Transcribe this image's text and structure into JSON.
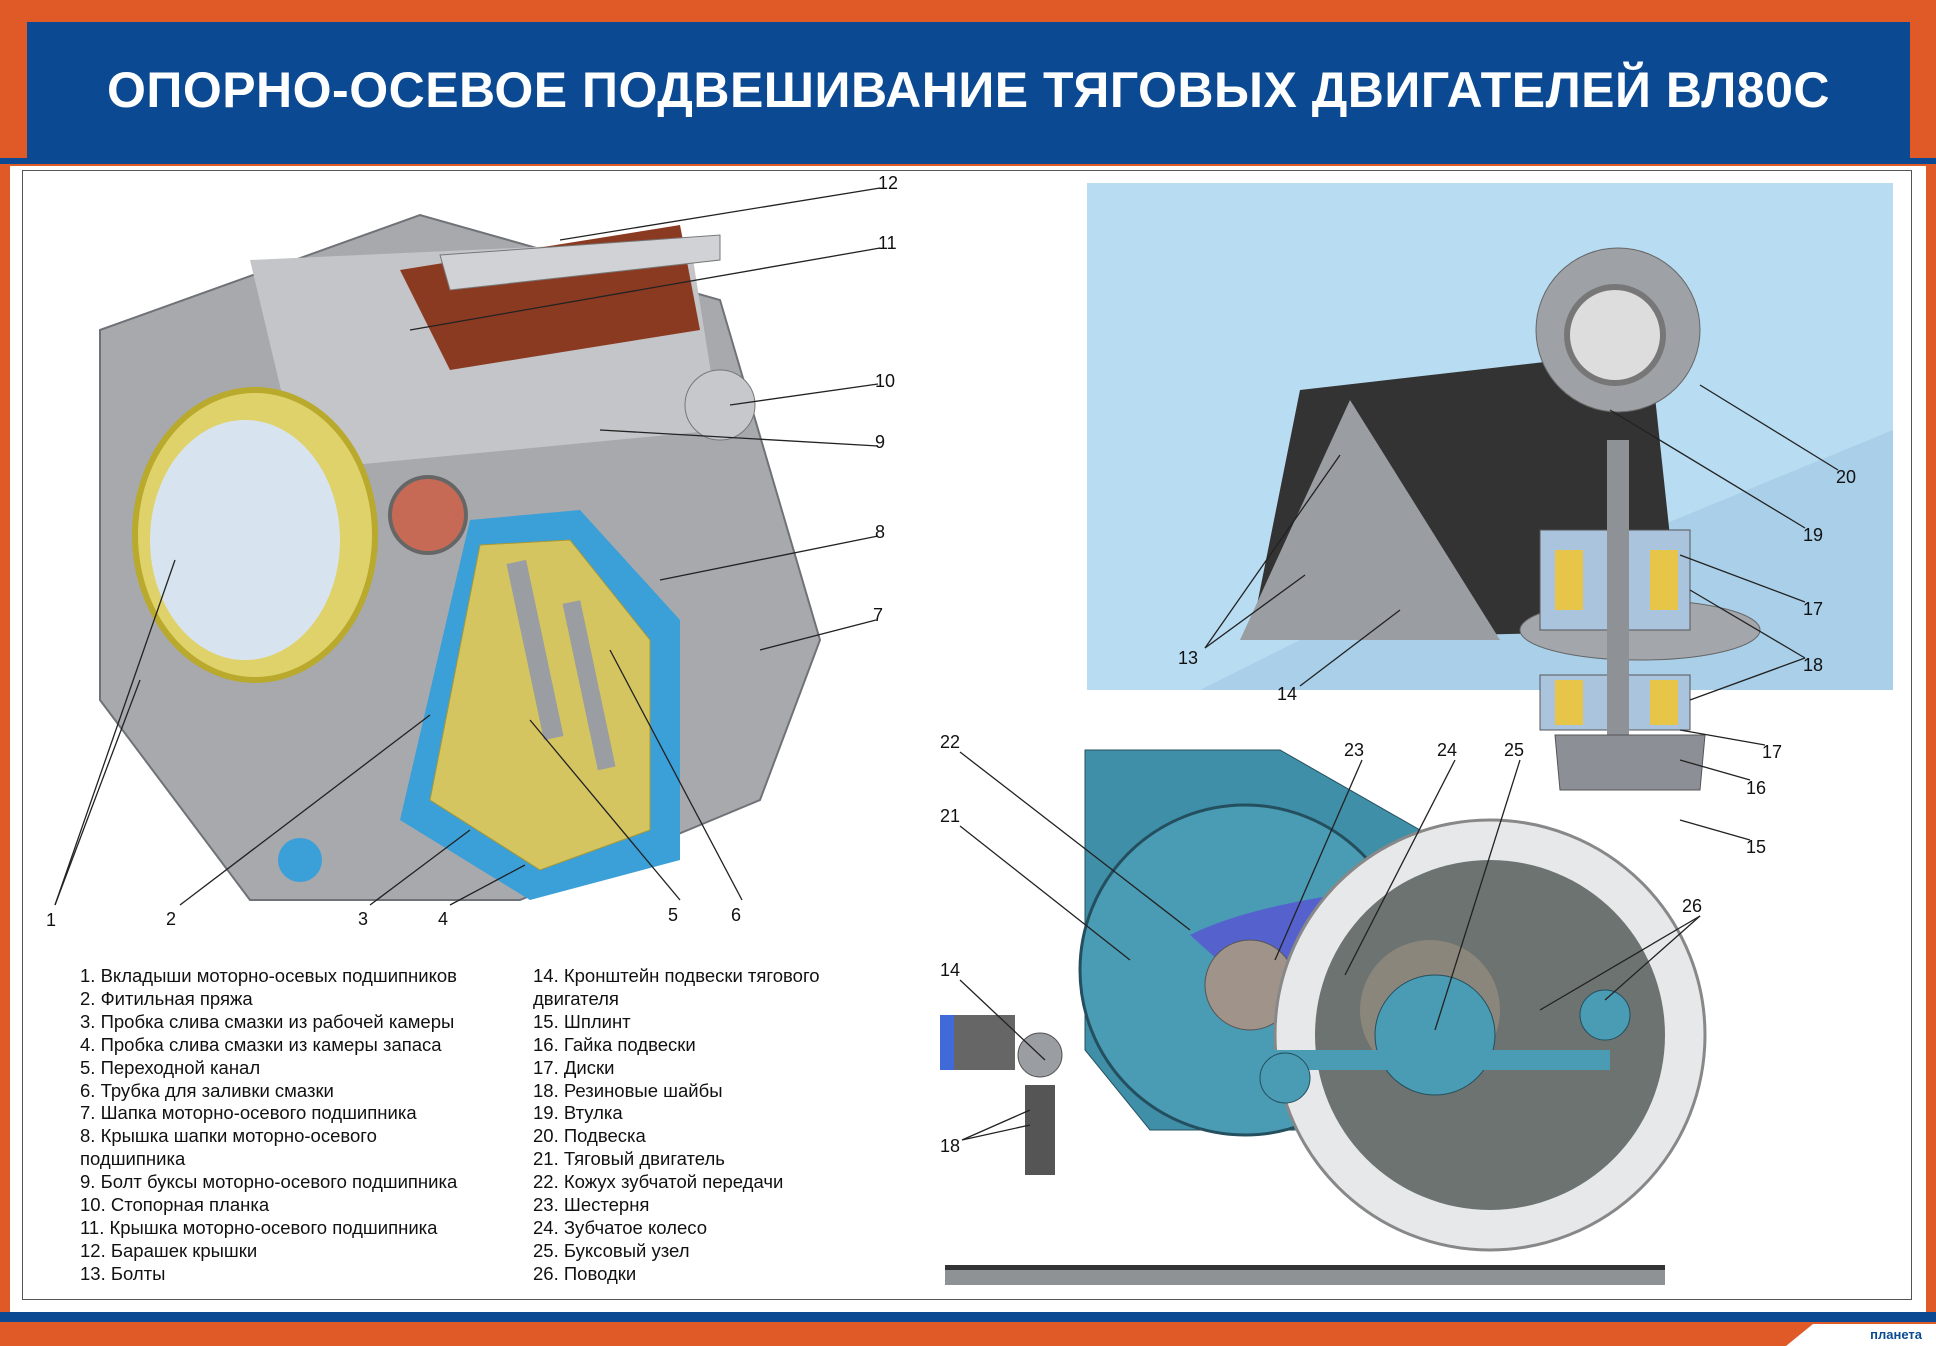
{
  "title": "ОПОРНО-ОСЕВОЕ ПОДВЕШИВАНИЕ ТЯГОВЫХ ДВИГАТЕЛЕЙ ВЛ80С",
  "callouts": {
    "left": [
      "12",
      "11",
      "10",
      "9",
      "8",
      "7",
      "1",
      "2",
      "3",
      "4",
      "5",
      "6"
    ],
    "top_right": [
      "20",
      "19",
      "17",
      "18",
      "17",
      "16",
      "15",
      "13",
      "14"
    ],
    "bottom_right": [
      "22",
      "21",
      "23",
      "24",
      "25",
      "26",
      "14",
      "18"
    ]
  },
  "legend": {
    "col1": [
      "1. Вкладыши моторно-осевых подшипников",
      "2. Фитильная пряжа",
      "3. Пробка слива смазки из рабочей камеры",
      "4. Пробка слива смазки из камеры запаса",
      "5. Переходной канал",
      "6. Трубка для заливки смазки",
      "7. Шапка моторно-осевого подшипника",
      "8. Крышка шапки моторно-осевого\nподшипника",
      "9. Болт буксы моторно-осевого подшипника",
      "10. Стопорная планка",
      "11. Крышка моторно-осевого подшипника",
      "12. Барашек крышки",
      "13. Болты"
    ],
    "col2": [
      "14. Кронштейн подвески тягового\nдвигателя",
      "15. Шплинт",
      "16. Гайка подвески",
      "17. Диски",
      "18. Резиновые шайбы",
      "19. Втулка",
      "20. Подвеска",
      "21. Тяговый двигатель",
      "22. Кожух зубчатой передачи",
      "23. Шестерня",
      "24. Зубчатое колесо",
      "25. Буксовый узел",
      "26. Поводки"
    ]
  },
  "logo": "планета",
  "colors": {
    "orange": "#e05a28",
    "blue": "#0b4a92",
    "motor": "#3f8fa8",
    "steel": "#a9adb2"
  }
}
